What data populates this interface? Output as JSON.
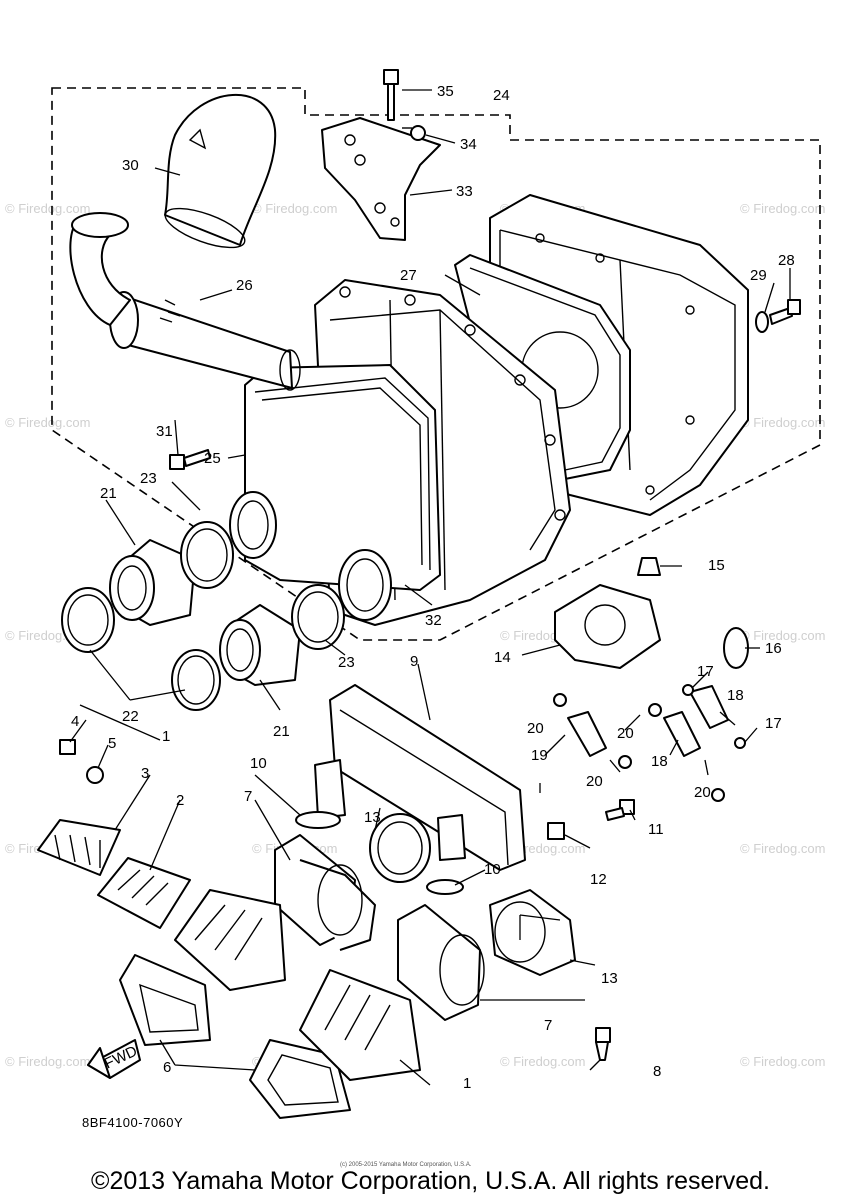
{
  "labels": {
    "p1a": "1",
    "p1b": "1",
    "p2": "2",
    "p3": "3",
    "p4": "4",
    "p5": "5",
    "p6": "6",
    "p7a": "7",
    "p7b": "7",
    "p8": "8",
    "p9": "9",
    "p10a": "10",
    "p10b": "10",
    "p11": "11",
    "p12": "12",
    "p13a": "13",
    "p13b": "13",
    "p14": "14",
    "p15": "15",
    "p16": "16",
    "p17a": "17",
    "p17b": "17",
    "p18a": "18",
    "p18b": "18",
    "p19": "19",
    "p20a": "20",
    "p20b": "20",
    "p20c": "20",
    "p20d": "20",
    "p21a": "21",
    "p21b": "21",
    "p22": "22",
    "p23a": "23",
    "p23b": "23",
    "p24": "24",
    "p25": "25",
    "p26": "26",
    "p27": "27",
    "p28": "28",
    "p29": "29",
    "p30": "30",
    "p31": "31",
    "p32": "32",
    "p33": "33",
    "p34": "34",
    "p35": "35"
  },
  "watermark": "© Firedog.com",
  "fwd_label": "FWD",
  "diagram_code": "8BF4100-7060Y",
  "small_copyright": "(c) 2005-2015 Yamaha Motor Corporation, U.S.A.",
  "copyright": "©2013 Yamaha Motor Corporation, U.S.A. All rights reserved."
}
